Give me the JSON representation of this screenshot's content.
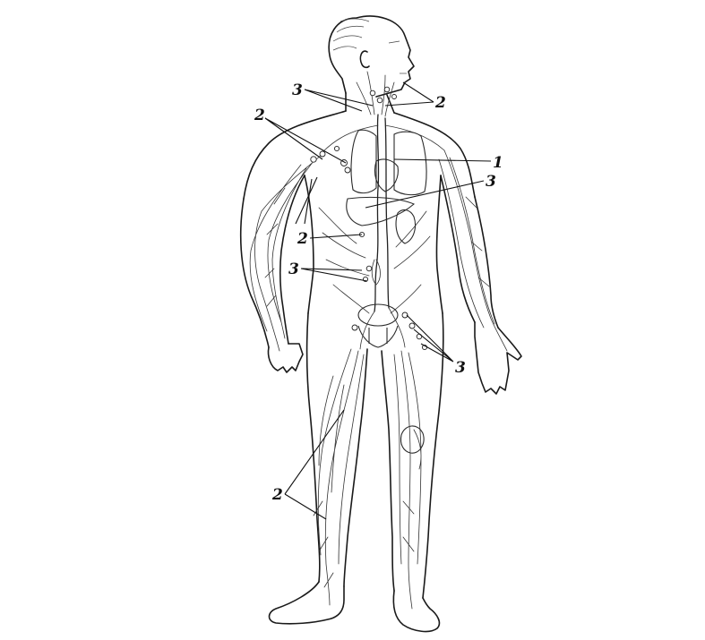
{
  "figure": {
    "labels": {
      "l1": "1",
      "l2_neck": "2",
      "l3_neck": "3",
      "l2_axilla": "2",
      "l3_abdomen": "3",
      "l2_abdomen": "2",
      "l3_pelvis": "3",
      "l3_groin": "3",
      "l2_leg": "2"
    },
    "colors": {
      "ink": "#1a1a1a",
      "background": "#ffffff"
    }
  }
}
